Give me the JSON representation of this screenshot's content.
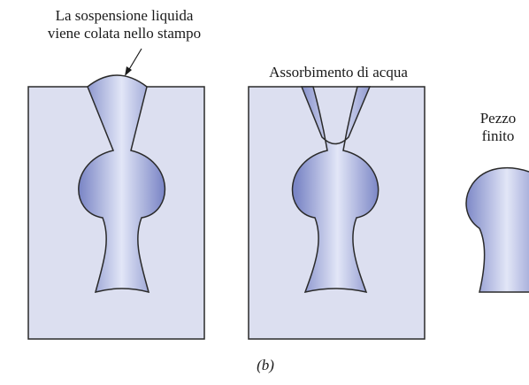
{
  "labels": {
    "casting": [
      "La sospensione liquida",
      "viene colata nello stampo"
    ],
    "absorption": "Assorbimento di acqua",
    "finished": [
      "Pezzo",
      "finito"
    ]
  },
  "caption": "(b)",
  "colors": {
    "mold_fill": "#dcdff0",
    "mold_stroke": "#2a2a2a",
    "slip_light": "#e2e6f7",
    "slip_dark": "#7b86c6"
  }
}
